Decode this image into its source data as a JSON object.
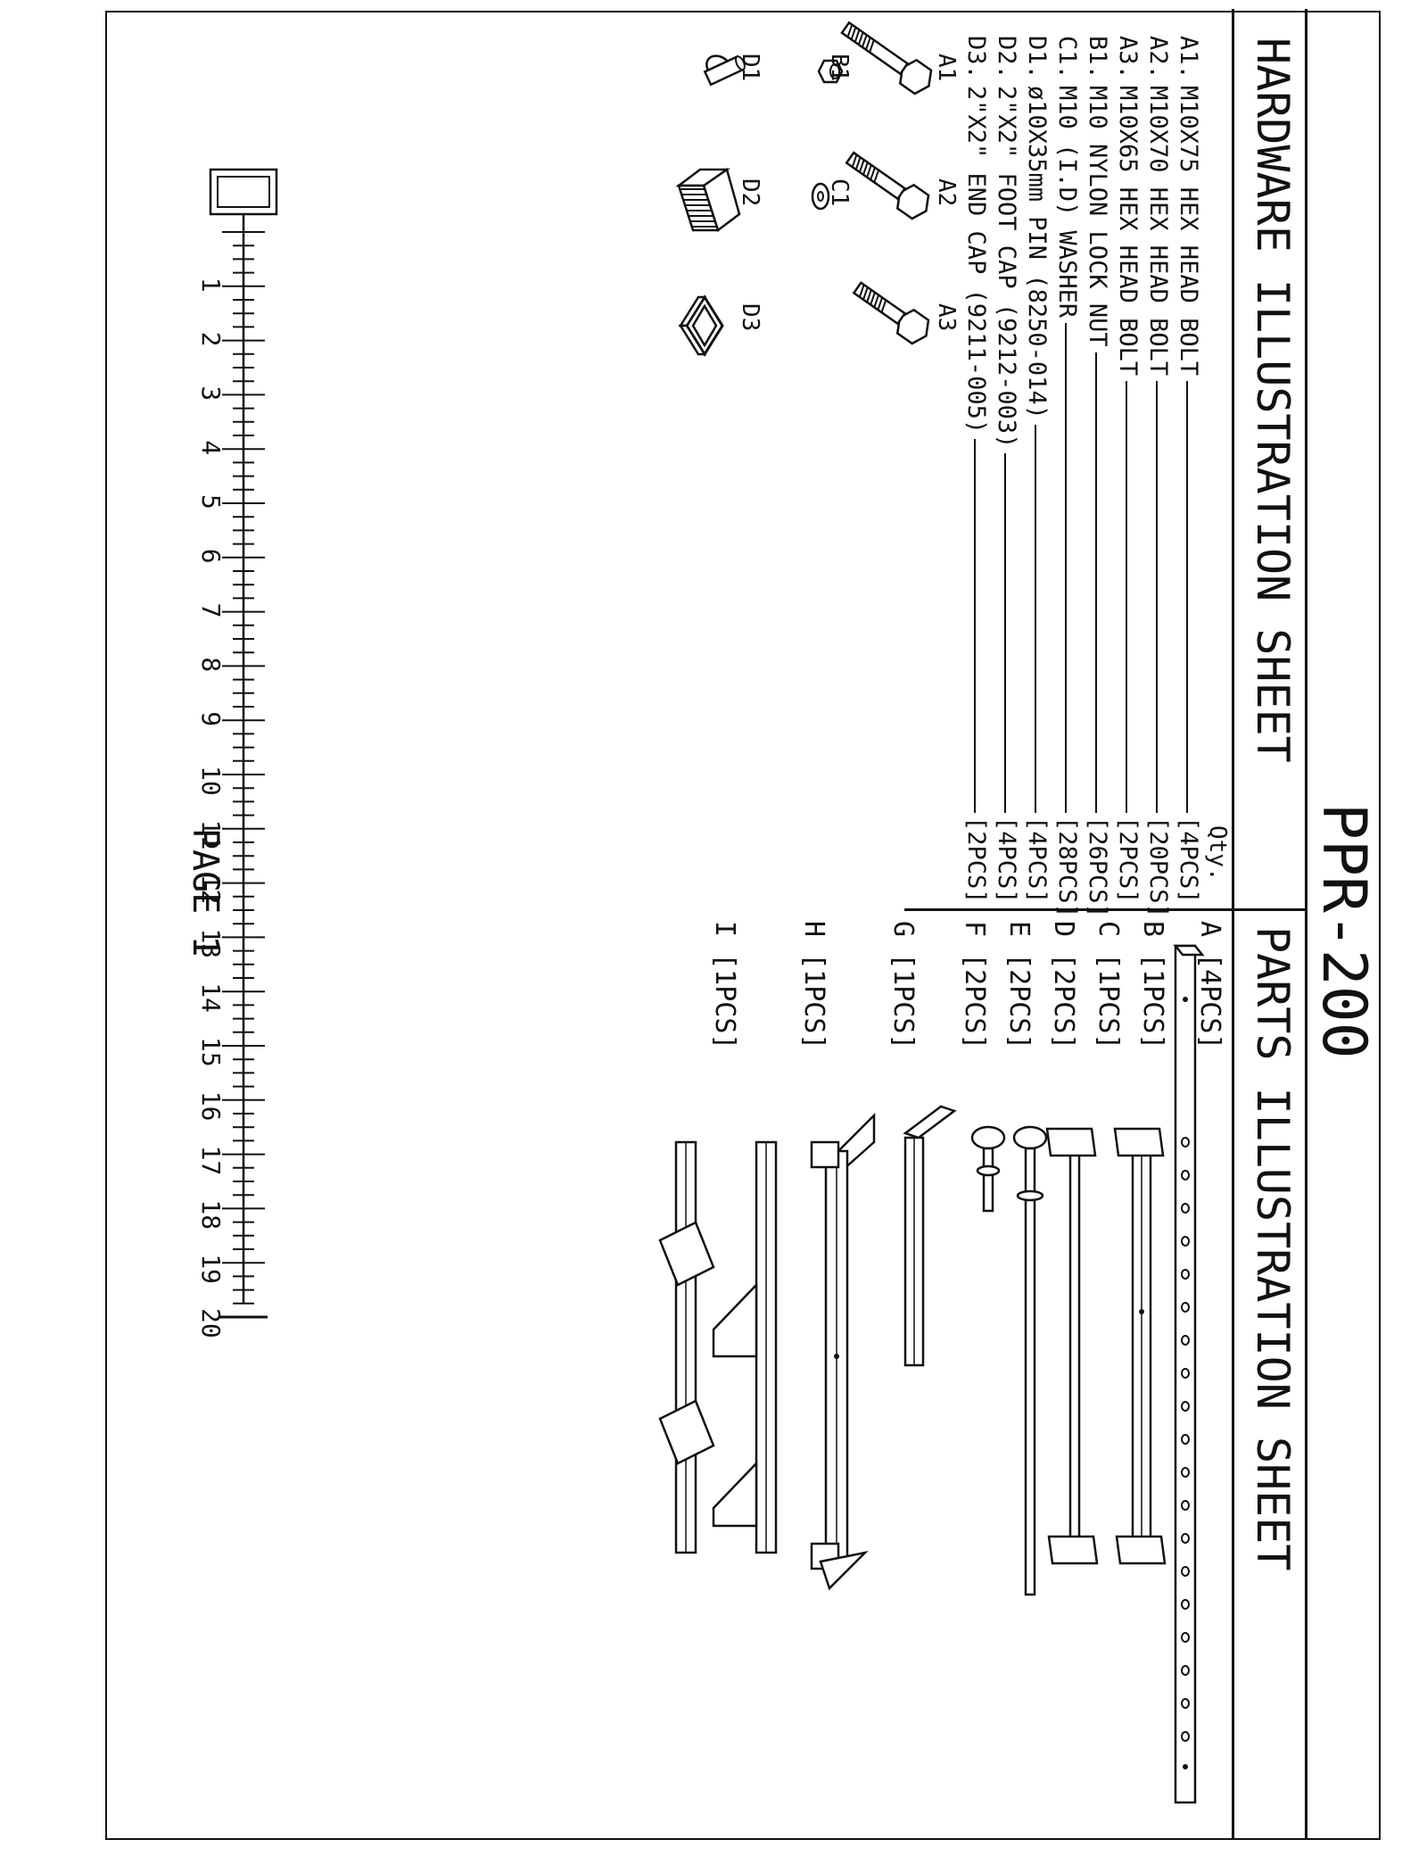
{
  "model": "PPR-200",
  "hardware_title": "HARDWARE ILLUSTRATION SHEET",
  "parts_title": "PARTS ILLUSTRATION SHEET",
  "qty_header": "Qty.",
  "hardware_items": [
    {
      "code": "A1.",
      "desc": "M10X75 HEX HEAD BOLT",
      "qty": "[4PCS]"
    },
    {
      "code": "A2.",
      "desc": "M10X70 HEX HEAD BOLT",
      "qty": "[20PCS]"
    },
    {
      "code": "A3.",
      "desc": "M10X65 HEX HEAD BOLT",
      "qty": "[2PCS]"
    },
    {
      "code": "B1.",
      "desc": "M10 NYLON LOCK NUT",
      "qty": "[26PCS]"
    },
    {
      "code": "C1.",
      "desc": "M10 (I.D) WASHER",
      "qty": "[28PCS]"
    },
    {
      "code": "D1.",
      "desc": "ø10X35mm PIN (8250-014)",
      "qty": "[4PCS]"
    },
    {
      "code": "D2.",
      "desc": "2\"X2\" FOOT CAP (9212-003)",
      "qty": "[4PCS]"
    },
    {
      "code": "D3.",
      "desc": "2\"X2\" END CAP (9211-005)",
      "qty": "[2PCS]"
    }
  ],
  "hardware_figure_labels": [
    "A1",
    "A2",
    "A3",
    "B1",
    "C1",
    "D1",
    "D2",
    "D3"
  ],
  "parts": [
    {
      "label": "A [4PCS]"
    },
    {
      "label": "B [1PCS]"
    },
    {
      "label": "C [1PCS]"
    },
    {
      "label": "D [2PCS]"
    },
    {
      "label": "E [2PCS]"
    },
    {
      "label": "F [2PCS]"
    },
    {
      "label": "G [1PCS]"
    },
    {
      "label": "H [1PCS]"
    },
    {
      "label": "I [1PCS]"
    }
  ],
  "ruler_numbers": [
    "1",
    "2",
    "3",
    "4",
    "5",
    "6",
    "7",
    "8",
    "9",
    "10",
    "11",
    "12",
    "13",
    "14",
    "15",
    "16",
    "17",
    "18",
    "19",
    "20"
  ],
  "page_label": "PAGE 1"
}
